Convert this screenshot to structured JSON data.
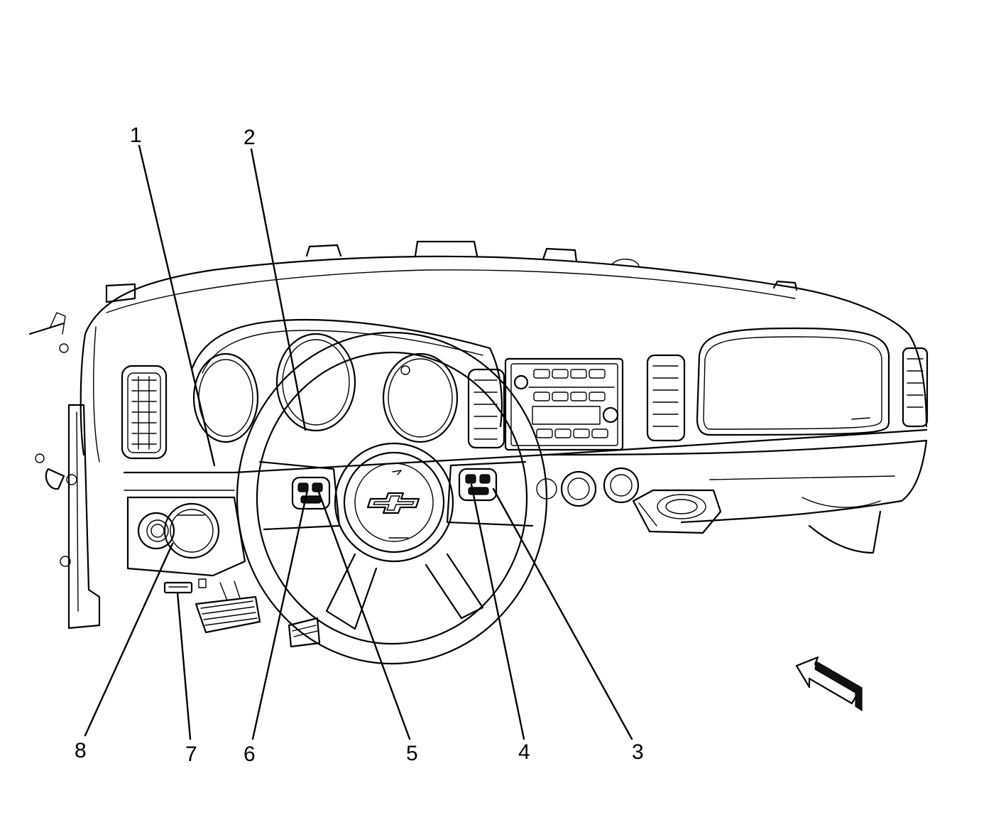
{
  "callouts": [
    {
      "id": "1",
      "label": "1"
    },
    {
      "id": "2",
      "label": "2"
    },
    {
      "id": "3",
      "label": "3"
    },
    {
      "id": "4",
      "label": "4"
    },
    {
      "id": "5",
      "label": "5"
    },
    {
      "id": "6",
      "label": "6"
    },
    {
      "id": "7",
      "label": "7"
    },
    {
      "id": "8",
      "label": "8"
    }
  ],
  "icons": {
    "direction_arrow": "front-of-vehicle-arrow-icon",
    "emblem": "bowtie-emblem-icon"
  },
  "colors": {
    "line": "#000000",
    "background": "#ffffff"
  }
}
